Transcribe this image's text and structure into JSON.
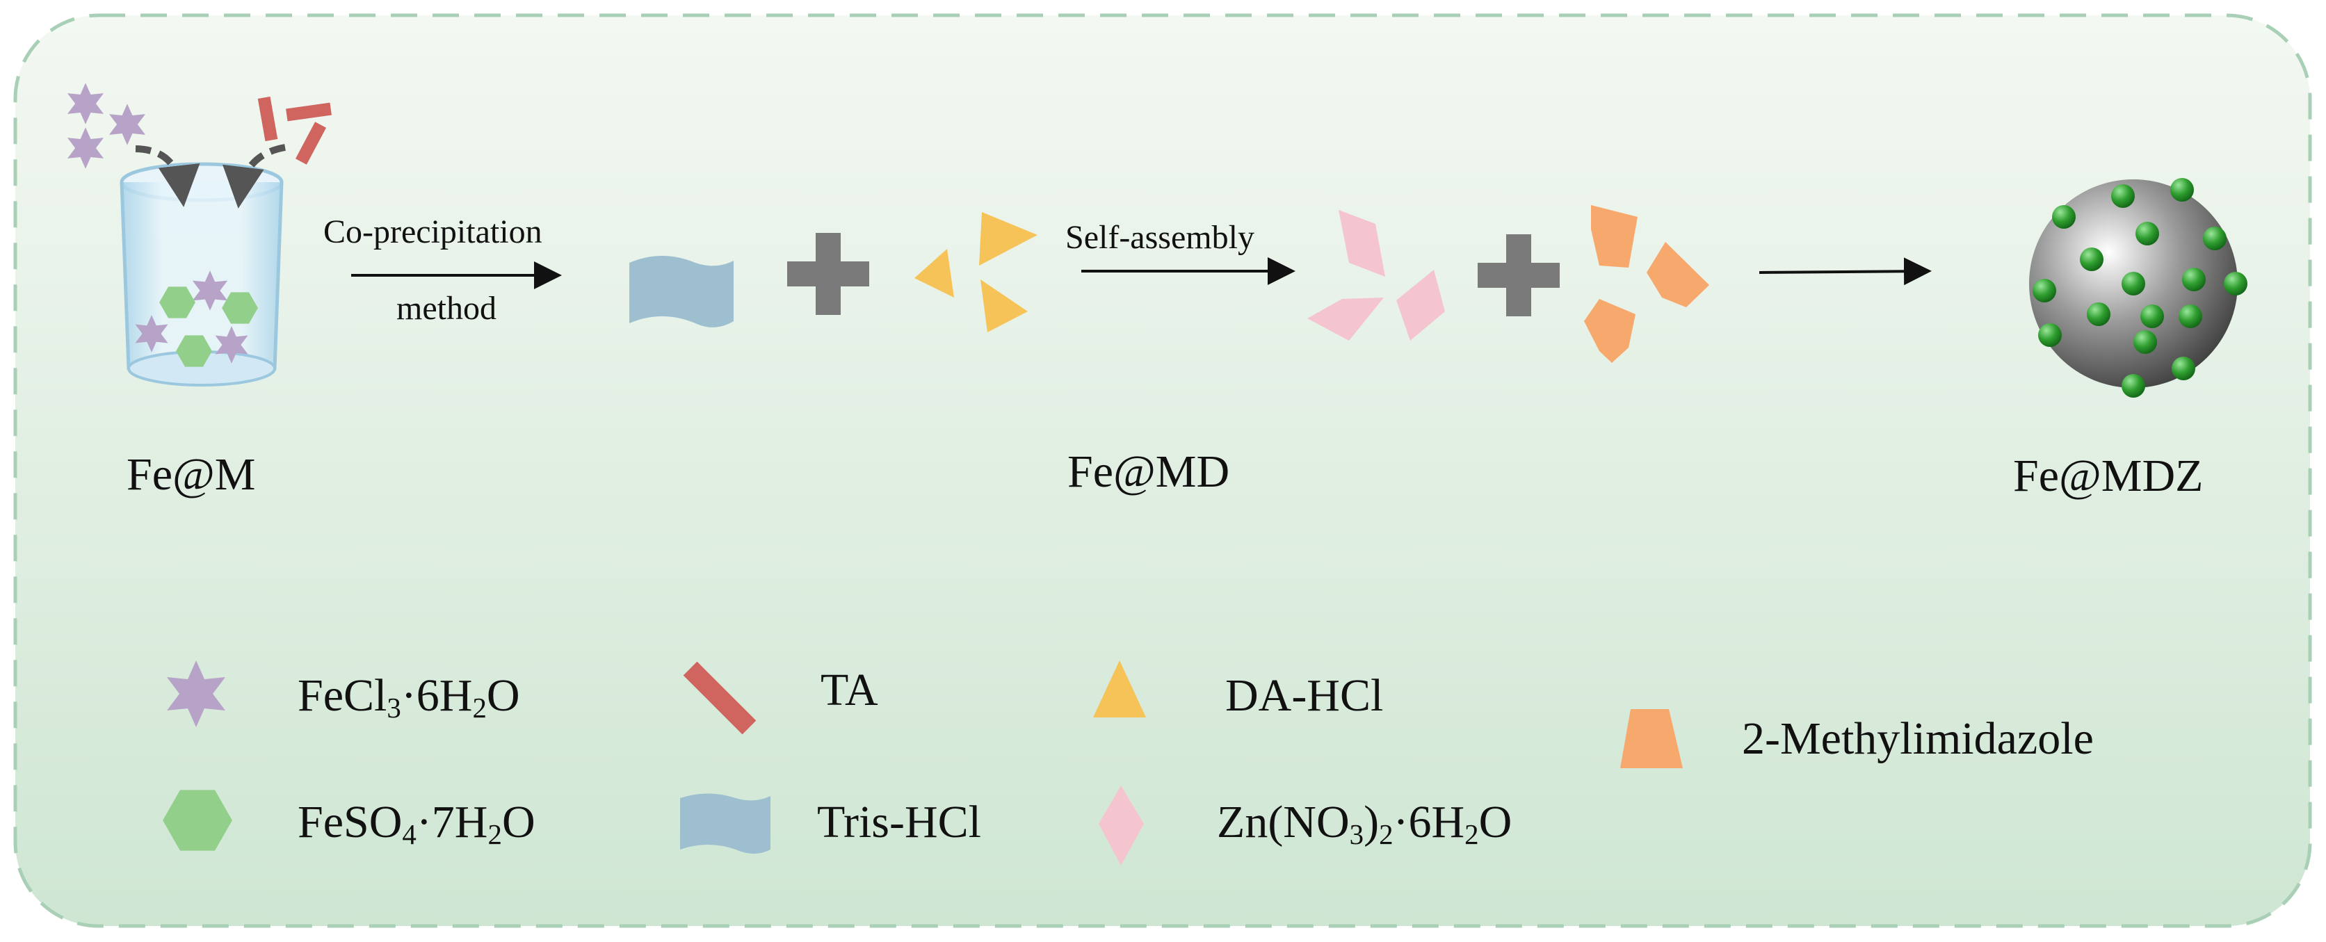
{
  "stages": {
    "stage1": "Fe@M",
    "stage2": "Fe@MD",
    "stage3": "Fe@MDZ"
  },
  "steps": {
    "step1_line1": "Co-precipitation",
    "step1_line2": "method",
    "step2": "Self-assembly"
  },
  "legend": {
    "fecl3": {
      "a": "FeCl",
      "b": "3",
      "c": "·6H",
      "d": "2",
      "e": "O"
    },
    "feso4": {
      "a": "FeSO",
      "b": "4",
      "c": "·7H",
      "d": "2",
      "e": "O"
    },
    "ta": "TA",
    "tris": "Tris-HCl",
    "da": "DA-HCl",
    "zn": {
      "a": "Zn(NO",
      "b": "3",
      "c": ")",
      "d": "2",
      "e": "·6H",
      "f": "2",
      "g": "O"
    },
    "mim": "2-Methylimidazole"
  },
  "colors": {
    "background_top": "#f3f8f2",
    "background_bottom": "#cfe6d3",
    "border": "#a9d0b6",
    "star": "#b7a3c8",
    "hexagon": "#92cf8a",
    "ta": "#d0645f",
    "tris": "#9dbfcf",
    "da": "#f6c358",
    "zn": "#f5c5cf",
    "mim": "#f7a86d",
    "plus": "#7a7a7a",
    "sphere": "#555555",
    "dot": "#2f9e2f"
  }
}
